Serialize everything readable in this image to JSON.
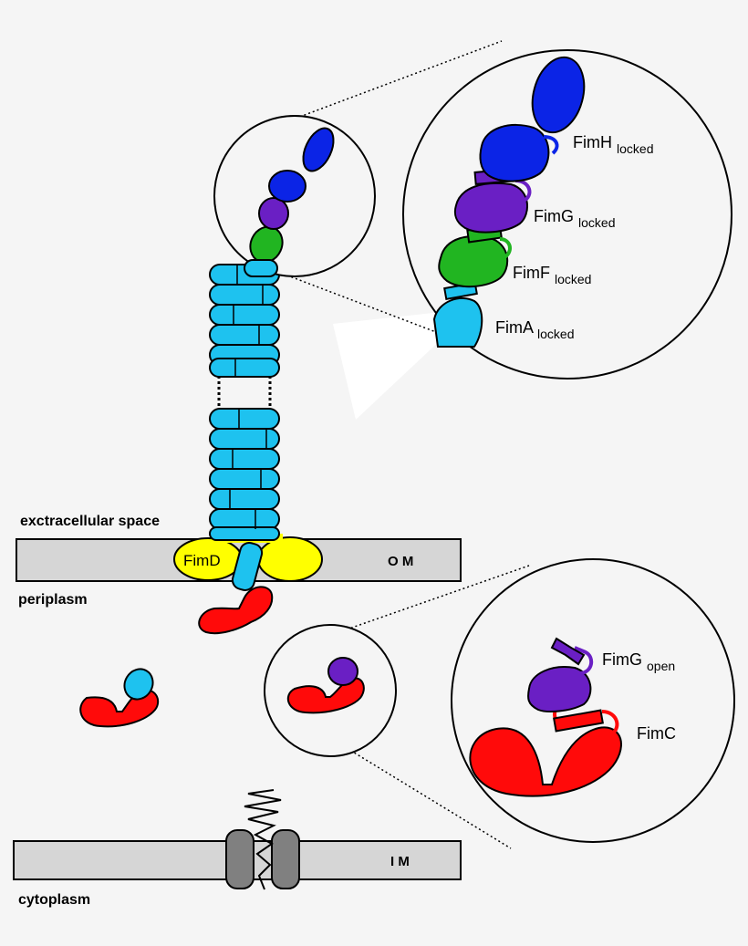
{
  "colors": {
    "background": "#f5f5f5",
    "membrane": "#d6d6d6",
    "fimH": "#0b24e6",
    "fimG": "#6a1fc4",
    "fimF": "#21b521",
    "fimA": "#1ec2ef",
    "fimC": "#ff0a0a",
    "fimD": "#ffff00",
    "channel": "#808080"
  },
  "compartments": {
    "extracellular": "exctracellular space",
    "periplasm": "periplasm",
    "cytoplasm": "cytoplasm"
  },
  "membranes": {
    "outer": "O M",
    "inner": "I M"
  },
  "usher": {
    "label": "FimD"
  },
  "zoom_top": {
    "labels": [
      {
        "name": "FimH",
        "state": "locked"
      },
      {
        "name": "FimG",
        "state": "locked"
      },
      {
        "name": "FimF",
        "state": "locked"
      },
      {
        "name": "FimA",
        "state": "locked"
      }
    ]
  },
  "zoom_bottom": {
    "labels": [
      {
        "name": "FimG",
        "state": "open"
      },
      {
        "name": "FimC",
        "state": ""
      }
    ]
  }
}
